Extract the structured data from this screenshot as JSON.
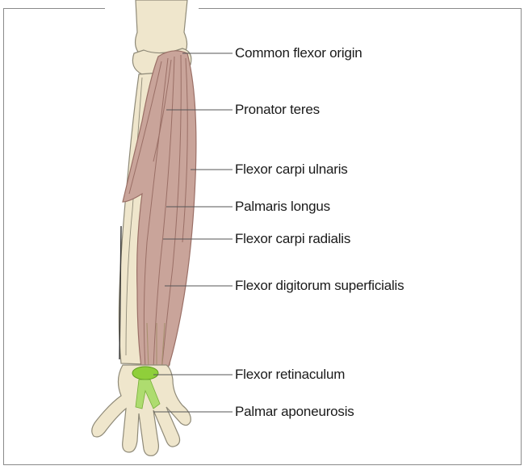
{
  "labels": [
    {
      "id": "common-flexor-origin",
      "text": "Common flexor origin"
    },
    {
      "id": "pronator-teres",
      "text": "Pronator teres"
    },
    {
      "id": "flexor-carpi-ulnaris",
      "text": "Flexor carpi ulnaris"
    },
    {
      "id": "palmaris-longus",
      "text": "Palmaris longus"
    },
    {
      "id": "flexor-carpi-radialis",
      "text": "Flexor carpi radialis"
    },
    {
      "id": "flexor-digitorum-superficialis",
      "text": "Flexor digitorum superficialis"
    },
    {
      "id": "flexor-retinaculum",
      "text": "Flexor retinaculum"
    },
    {
      "id": "palmar-aponeurosis",
      "text": "Palmar aponeurosis"
    }
  ],
  "colors": {
    "bone": "#efe6cc",
    "bone_outline": "#8f8a78",
    "muscle": "#c9a49a",
    "muscle_dark": "#9a6f66",
    "retinaculum": "#8fcf3a",
    "leader": "#555555"
  }
}
